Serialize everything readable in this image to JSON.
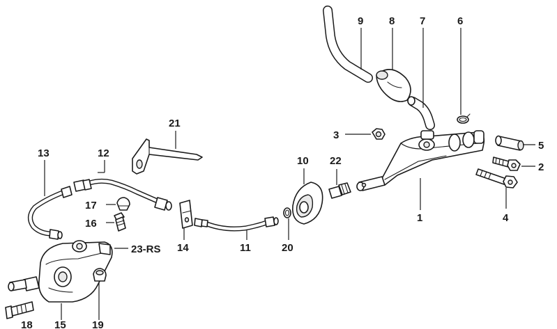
{
  "callouts": {
    "c1": "1",
    "c2": "2",
    "c3": "3",
    "c4": "4",
    "c5": "5",
    "c6": "6",
    "c7": "7",
    "c8": "8",
    "c9": "9",
    "c10": "10",
    "c11": "11",
    "c12": "12",
    "c13": "13",
    "c14": "14",
    "c15": "15",
    "c16": "16",
    "c17": "17",
    "c18": "18",
    "c19": "19",
    "c20": "20",
    "c21": "21",
    "c22": "22",
    "c23": "23-RS"
  }
}
